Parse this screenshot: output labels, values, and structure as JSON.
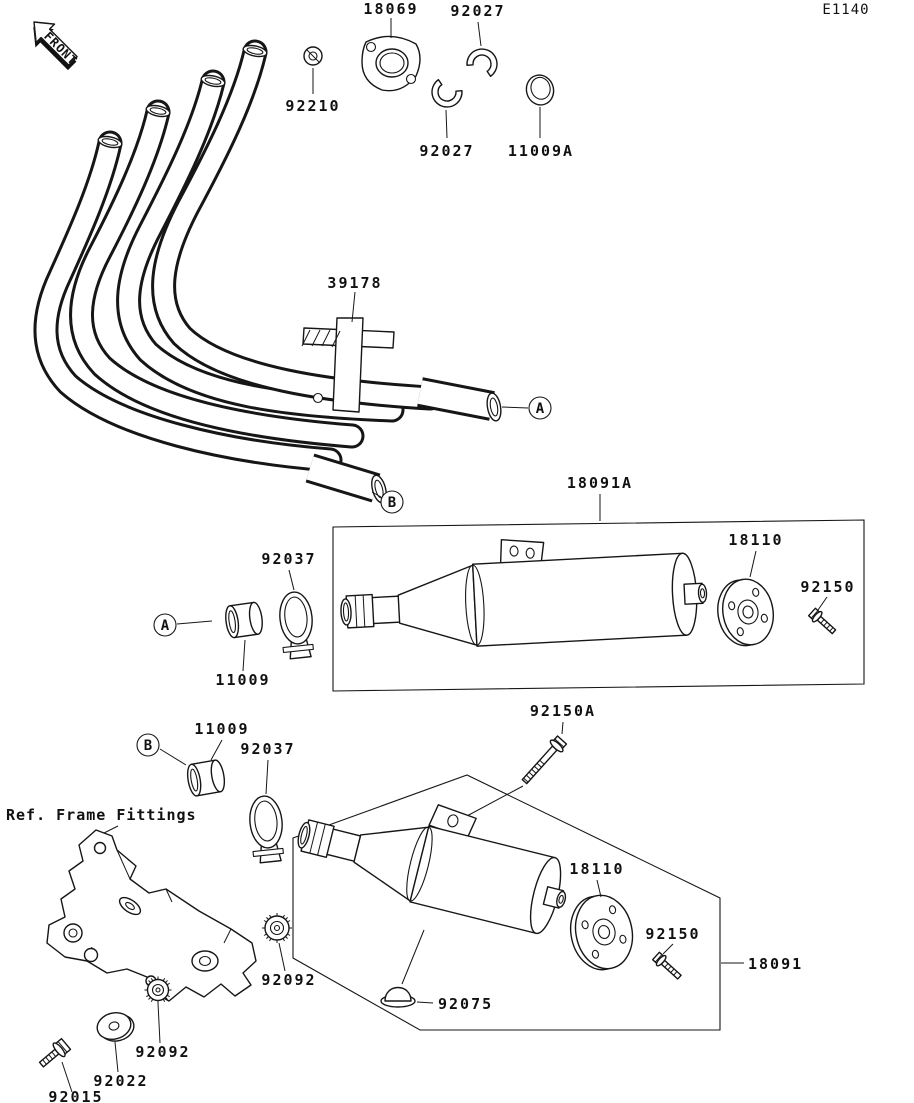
{
  "page": {
    "code": "E1140",
    "front_label": "FRONT",
    "ref_note": "Ref. Frame Fittings"
  },
  "callouts": {
    "a": "A",
    "b": "B"
  },
  "labels": {
    "p18069": "18069",
    "p92027_top": "92027",
    "p92027_mid": "92027",
    "p92210": "92210",
    "p11009a": "11009A",
    "p39178": "39178",
    "p18091a": "18091A",
    "p92037_upper": "92037",
    "p11009_upper": "11009",
    "p18110_upper": "18110",
    "p92150_upper": "92150",
    "p92150a": "92150A",
    "p11009_lower": "11009",
    "p92037_lower": "92037",
    "p18110_lower": "18110",
    "p92150_lower": "92150",
    "p18091": "18091",
    "p92092_upper": "92092",
    "p92092_lower": "92092",
    "p92075": "92075",
    "p92022": "92022",
    "p92015": "92015"
  }
}
